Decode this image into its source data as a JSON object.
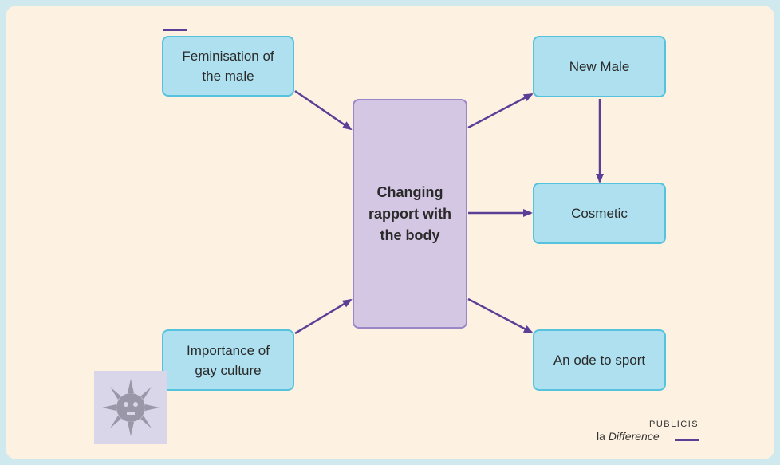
{
  "diagram": {
    "nodes": [
      {
        "id": "feminisation",
        "label_lines": [
          "Feminisation of",
          "the male"
        ]
      },
      {
        "id": "changing",
        "label_lines": [
          "Changing",
          "rapport with",
          "the body"
        ]
      },
      {
        "id": "new_male",
        "label_lines": [
          "New Male"
        ]
      },
      {
        "id": "cosmetic",
        "label_lines": [
          "Cosmetic"
        ]
      },
      {
        "id": "gay_culture",
        "label_lines": [
          "Importance of",
          "gay culture"
        ]
      },
      {
        "id": "sport",
        "label_lines": [
          "An ode to sport"
        ]
      }
    ],
    "edges": [
      {
        "from": "feminisation",
        "to": "changing"
      },
      {
        "from": "gay_culture",
        "to": "changing"
      },
      {
        "from": "changing",
        "to": "new_male"
      },
      {
        "from": "changing",
        "to": "cosmetic"
      },
      {
        "from": "changing",
        "to": "sport"
      },
      {
        "from": "new_male",
        "to": "cosmetic"
      }
    ],
    "colors": {
      "node_fill": "#aee0ef",
      "node_border": "#56c3de",
      "center_fill": "#d4c7e4",
      "center_border": "#9a86c8",
      "arrow": "#5a3f96",
      "background": "#fdf1e1"
    }
  },
  "branding": {
    "publicis": "PUBLICIS",
    "la": "la ",
    "difference": "Difference",
    "logo_icon": "lion-head-icon"
  }
}
